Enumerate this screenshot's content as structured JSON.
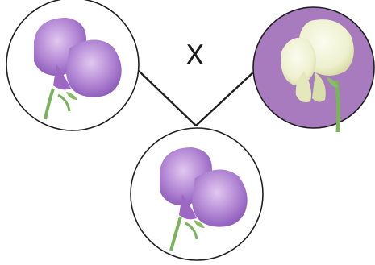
{
  "cross_symbol": "X",
  "colors": {
    "purple_petal": "#a06cc8",
    "purple_petal_light": "#c8a0e0",
    "purple_background": "#a77bbd",
    "white_petal": "#eef0cf",
    "white_petal_shade": "#d9dfa8",
    "stem_green": "#7bb35c",
    "line": "#1f1f1f"
  },
  "nodes": [
    {
      "name": "parent-purple",
      "flower_color": "purple",
      "background": "white"
    },
    {
      "name": "parent-white",
      "flower_color": "white",
      "background": "purple"
    },
    {
      "name": "offspring-purple",
      "flower_color": "purple",
      "background": "white"
    }
  ]
}
